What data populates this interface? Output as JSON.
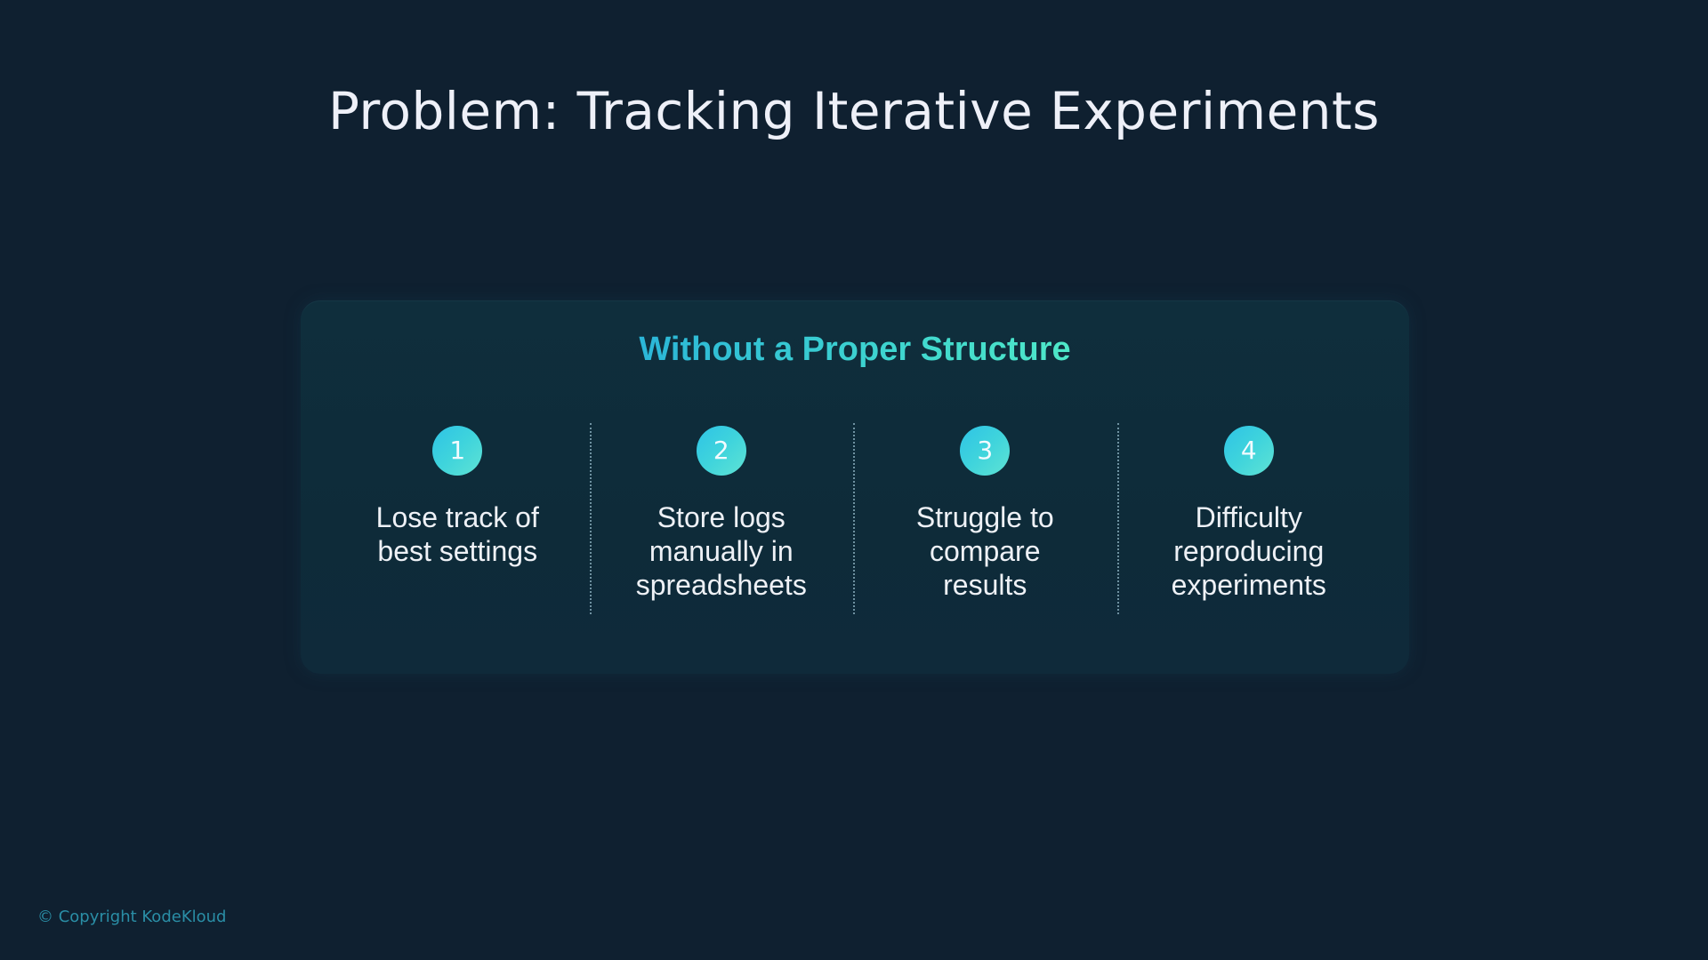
{
  "slide": {
    "title": "Problem: Tracking Iterative Experiments"
  },
  "card": {
    "heading": "Without a Proper Structure",
    "steps": [
      {
        "number": "1",
        "text": "Lose track of\nbest settings"
      },
      {
        "number": "2",
        "text": "Store logs\nmanually in\nspreadsheets"
      },
      {
        "number": "3",
        "text": "Struggle to\ncompare\nresults"
      },
      {
        "number": "4",
        "text": "Difficulty\nreproducing\nexperiments"
      }
    ]
  },
  "footer": {
    "copyright": "© Copyright KodeKloud"
  },
  "colors": {
    "background": "#0f2030",
    "card": "#0e2b39",
    "heading_gradient_start": "#2bb6d8",
    "heading_gradient_end": "#4ee8c8",
    "circle_gradient_start": "#2ec3e6",
    "circle_gradient_end": "#5fe3d4",
    "copyright": "#2a8ea6"
  }
}
